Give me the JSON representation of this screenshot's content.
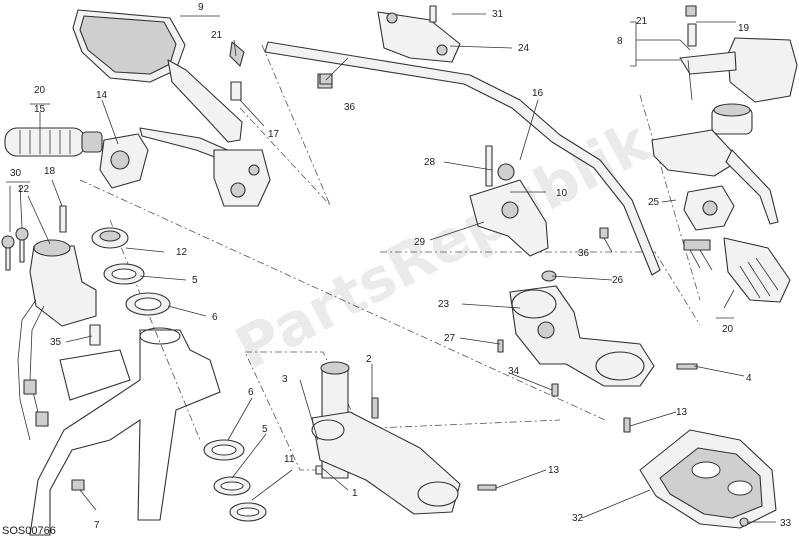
{
  "diagram_code": "SOS00766",
  "watermark": "PartsRepublik",
  "callouts": {
    "c1": "1",
    "c2": "2",
    "c3": "3",
    "c4": "4",
    "c5a": "5",
    "c5b": "5",
    "c6a": "6",
    "c6b": "6",
    "c7": "7",
    "c8": "8",
    "c9": "9",
    "c10": "10",
    "c11": "11",
    "c12": "12",
    "c13a": "13",
    "c13b": "13",
    "c14": "14",
    "c15": "15",
    "c16": "16",
    "c17": "17",
    "c18": "18",
    "c19": "19",
    "c20a": "20",
    "c20b": "20",
    "c21a": "21",
    "c21b": "21",
    "c22": "22",
    "c23": "23",
    "c24": "24",
    "c25": "25",
    "c26": "26",
    "c27": "27",
    "c28": "28",
    "c29": "29",
    "c30": "30",
    "c31": "31",
    "c32": "32",
    "c33": "33",
    "c34": "34",
    "c35": "35",
    "c36a": "36",
    "c36b": "36"
  },
  "icons": {
    "mirror_left": "mirror-icon",
    "mirror_right": "mirror-icon",
    "handlebar": "handlebar-icon",
    "ignition": "ignition-switch-icon",
    "keys": "key-icon",
    "grip": "grip-icon",
    "triple_clamp": "triple-clamp-icon",
    "frame": "frame-icon",
    "cover": "cover-icon"
  }
}
